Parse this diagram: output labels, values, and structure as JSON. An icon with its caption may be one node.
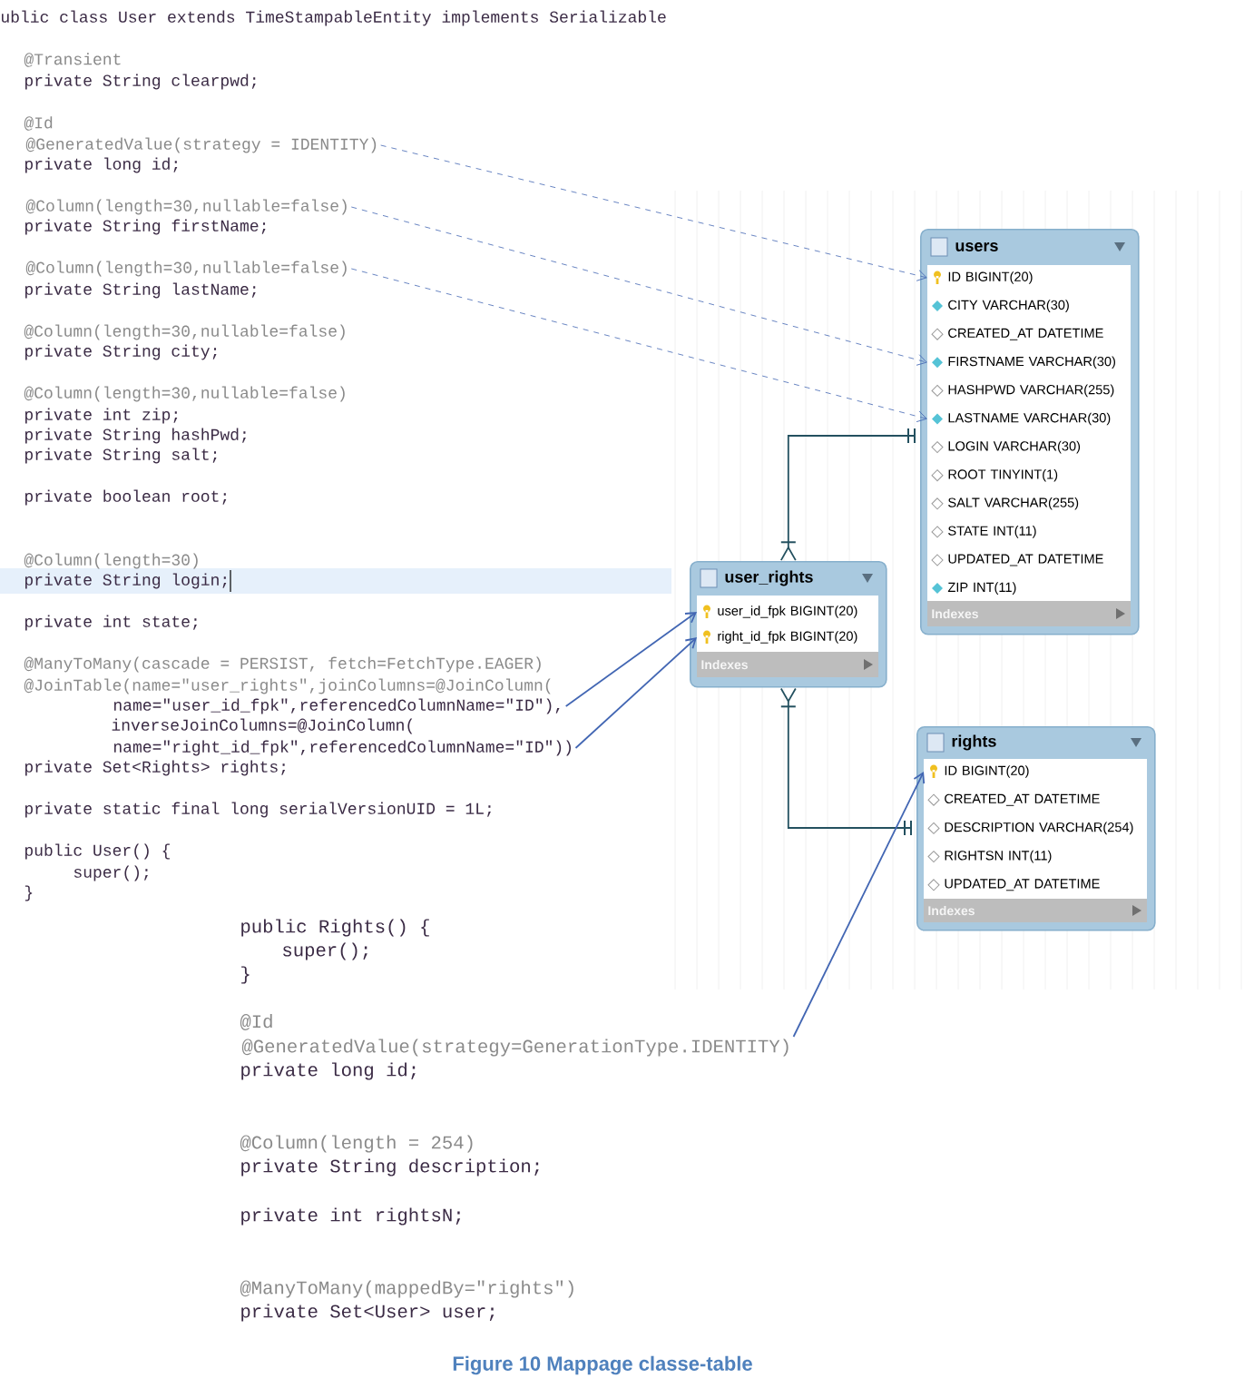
{
  "diagram": {
    "caption": "Figure 10 Mappage classe-table",
    "nodes": [
      {
        "text": [
          "@GeneratedValue(strategy = IDENTITY)"
        ]
      },
      {
        "text": [
          "@Column(length=30,nullable=false)"
        ]
      },
      {
        "text": [
          "@Column(length=30,nullable=false)"
        ]
      },
      {
        "text": [
          "users",
          "Indexes"
        ]
      },
      {
        "text": [
          "ID BIGINT(20)"
        ],
        "in": 3
      },
      {
        "text": [
          "CITY VARCHAR(30)"
        ],
        "in": 3
      },
      {
        "text": [
          "CREATED_AT DATETIME"
        ],
        "in": 3
      },
      {
        "text": [
          "FIRSTNAME VARCHAR(30)"
        ],
        "in": 3
      },
      {
        "text": [
          "HASHPWD VARCHAR(255)"
        ],
        "in": 3
      },
      {
        "text": [
          "LASTNAME VARCHAR(30)"
        ],
        "in": 3
      },
      {
        "text": [
          "LOGIN VARCHAR(30)"
        ],
        "in": 3
      },
      {
        "text": [
          "ROOT TINYINT(1)"
        ],
        "in": 3
      },
      {
        "text": [
          "SALT VARCHAR(255)"
        ],
        "in": 3
      },
      {
        "text": [
          "STATE INT(11)"
        ],
        "in": 3
      },
      {
        "text": [
          "UPDATED_AT DATETIME"
        ],
        "in": 3
      },
      {
        "text": [
          "ZIP INT(11)"
        ],
        "in": 3
      },
      {
        "text": [
          "name=\"user_id_fpk\",referencedColumnName=\"ID\"),"
        ]
      },
      {
        "text": [
          "name=\"right_id_fpk\",referencedColumnName=\"ID\"))"
        ]
      },
      {
        "text": [
          "user_rights",
          "Indexes"
        ]
      },
      {
        "text": [
          "user_id_fpk BIGINT(20)"
        ],
        "in": 18
      },
      {
        "text": [
          "right_id_fpk BIGINT(20)"
        ],
        "in": 18
      },
      {
        "text": [
          "@GeneratedValue(strategy=GenerationType.IDENTITY)"
        ]
      },
      {
        "text": [
          "rights",
          "Indexes"
        ]
      },
      {
        "text": [
          "ID BIGINT(20)"
        ],
        "in": 22
      },
      {
        "text": [
          "CREATED_AT DATETIME"
        ],
        "in": 22
      },
      {
        "text": [
          "DESCRIPTION VARCHAR(254)"
        ],
        "in": 22
      },
      {
        "text": [
          "RIGHTSN INT(11)"
        ],
        "in": 22
      },
      {
        "text": [
          "UPDATED_AT DATETIME"
        ],
        "in": 22
      }
    ],
    "edges": [
      {
        "from": 0,
        "to": 4,
        "arrow": "to",
        "style": "dashed"
      },
      {
        "from": 1,
        "to": 7,
        "arrow": "to",
        "style": "dashed"
      },
      {
        "from": 2,
        "to": 9,
        "arrow": "to",
        "style": "dashed"
      },
      {
        "from": 3,
        "to": 18,
        "arrow": "other",
        "color": "#23505f"
      },
      {
        "from": 16,
        "to": 19,
        "arrow": "to"
      },
      {
        "from": 17,
        "to": 20,
        "arrow": "to"
      },
      {
        "from": 22,
        "to": 18,
        "arrow": "other",
        "color": "#23505f"
      },
      {
        "from": 21,
        "to": 23,
        "arrow": "to"
      }
    ],
    "labels": [
      "ublic class User extends TimeStampableEntity implements Serializable",
      "@Transient",
      "private String clearpwd;",
      "@Id",
      "private long id;",
      "private String firstName;",
      "private String lastName;",
      "@Column(length=30,nullable=false)",
      "private String city;",
      "@Column(length=30,nullable=false)",
      "private int zip;",
      "private String hashPwd;",
      "private String salt;",
      "private boolean root;",
      "@Column(length=30)",
      "private String login;",
      "private int state;",
      "@ManyToMany(cascade = PERSIST, fetch=FetchType.EAGER)",
      "@JoinTable(name=\"user_rights\",joinColumns=@JoinColumn(",
      "inverseJoinColumns=@JoinColumn(",
      "private Set<Rights> rights;",
      "private static final long serialVersionUID = 1L;",
      "public User() {",
      "super();",
      "}",
      "public Rights() {",
      "super();",
      "}",
      "@Id",
      "private long id;",
      "@Column(length = 254)",
      "private String description;",
      "private int rightsN;",
      "@ManyToMany(mappedBy=\"rights\")",
      "private Set<User> user;"
    ]
  }
}
